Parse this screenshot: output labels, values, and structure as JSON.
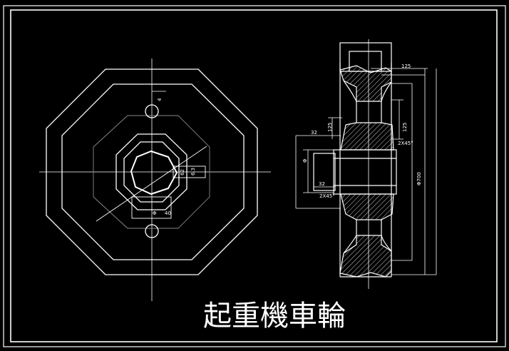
{
  "title": "起重機車輪",
  "colors": {
    "background": "#000000",
    "line": "#ffffff",
    "hatch": "#ffffff"
  },
  "labels": {
    "front_top": "4",
    "front_right": "62",
    "front_right2": "6.3",
    "front_bottom": "Φ",
    "front_bottom2": "40",
    "dim_125_top": "125",
    "dim_125_mid": "125",
    "dim_125_mid2": "125",
    "dim_32_top": "32",
    "dim_32_bot": "32",
    "dim_2x45_top": "2X45°",
    "dim_2x45_bot": "2X45°",
    "dim_diam_left": "Φ",
    "dim_diam_right": "Φ700"
  }
}
